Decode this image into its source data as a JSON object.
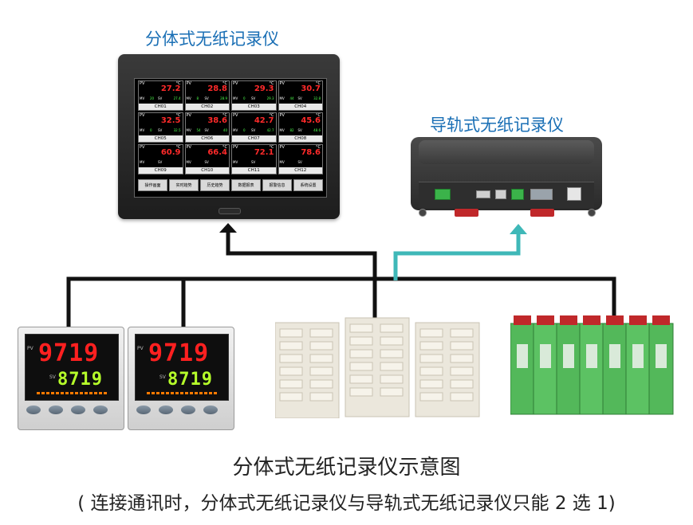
{
  "labels": {
    "split_recorder": "分体式无纸记录仪",
    "rail_recorder": "导轨式无纸记录仪"
  },
  "caption": {
    "main": "分体式无纸记录仪示意图",
    "sub": "( 连接通讯时，分体式无纸记录仪与导轨式无纸记录仪只能 2 选 1)"
  },
  "recorder_screen": {
    "channels": [
      {
        "pv": "PV",
        "unit": "°C",
        "value": "27.2",
        "mv": "MV",
        "mv_value": "20",
        "sv": "SV",
        "sv_value": "27.4",
        "name": "CH01"
      },
      {
        "pv": "PV",
        "unit": "°C",
        "value": "28.8",
        "mv": "MV",
        "mv_value": "8",
        "sv": "SV",
        "sv_value": "28.9",
        "name": "CH02"
      },
      {
        "pv": "PV",
        "unit": "°C",
        "value": "29.3",
        "mv": "MV",
        "mv_value": "0",
        "sv": "SV",
        "sv_value": "29.3",
        "name": "CH03"
      },
      {
        "pv": "PV",
        "unit": "°C",
        "value": "30.7",
        "mv": "MV",
        "mv_value": "44",
        "sv": "SV",
        "sv_value": "32.8",
        "name": "CH04"
      },
      {
        "pv": "PV",
        "unit": "°C",
        "value": "32.5",
        "mv": "MV",
        "mv_value": "0",
        "sv": "SV",
        "sv_value": "32.5",
        "name": "CH05"
      },
      {
        "pv": "PV",
        "unit": "°C",
        "value": "38.6",
        "mv": "MV",
        "mv_value": "54",
        "sv": "SV",
        "sv_value": "40",
        "name": "CH06"
      },
      {
        "pv": "PV",
        "unit": "°C",
        "value": "42.7",
        "mv": "MV",
        "mv_value": "0",
        "sv": "SV",
        "sv_value": "42.7",
        "name": "CH07"
      },
      {
        "pv": "PV",
        "unit": "°C",
        "value": "45.6",
        "mv": "MV",
        "mv_value": "82",
        "sv": "SV",
        "sv_value": "48.6",
        "name": "CH08"
      },
      {
        "pv": "PV",
        "unit": "°C",
        "value": "60.9",
        "mv": "MV",
        "mv_value": "",
        "sv": "SV",
        "sv_value": "",
        "name": "CH09"
      },
      {
        "pv": "PV",
        "unit": "°C",
        "value": "66.4",
        "mv": "MV",
        "mv_value": "",
        "sv": "SV",
        "sv_value": "",
        "name": "CH10"
      },
      {
        "pv": "PV",
        "unit": "°C",
        "value": "72.1",
        "mv": "MV",
        "mv_value": "",
        "sv": "SV",
        "sv_value": "",
        "name": "CH11"
      },
      {
        "pv": "PV",
        "unit": "°C",
        "value": "78.6",
        "mv": "MV",
        "mv_value": "",
        "sv": "SV",
        "sv_value": "",
        "name": "CH12"
      }
    ],
    "buttons": [
      "操作画面",
      "实时趋势",
      "历史趋势",
      "数据报表",
      "报警信息",
      "系统设置"
    ]
  },
  "controllers": [
    {
      "pv_label": "PV",
      "sv_label": "SV",
      "pv_value": "9719",
      "sv_value": "8719"
    },
    {
      "pv_label": "PV",
      "sv_label": "SV",
      "pv_value": "9719",
      "sv_value": "8719"
    }
  ],
  "colors": {
    "title_blue": "#1a6fb5",
    "line_black": "#111111",
    "line_cyan": "#3fb8b8",
    "pv_red": "#ff2a2a",
    "sv_green": "#4cff4c",
    "module_green": "#53b85a",
    "module_beige": "#ebe7dc"
  }
}
